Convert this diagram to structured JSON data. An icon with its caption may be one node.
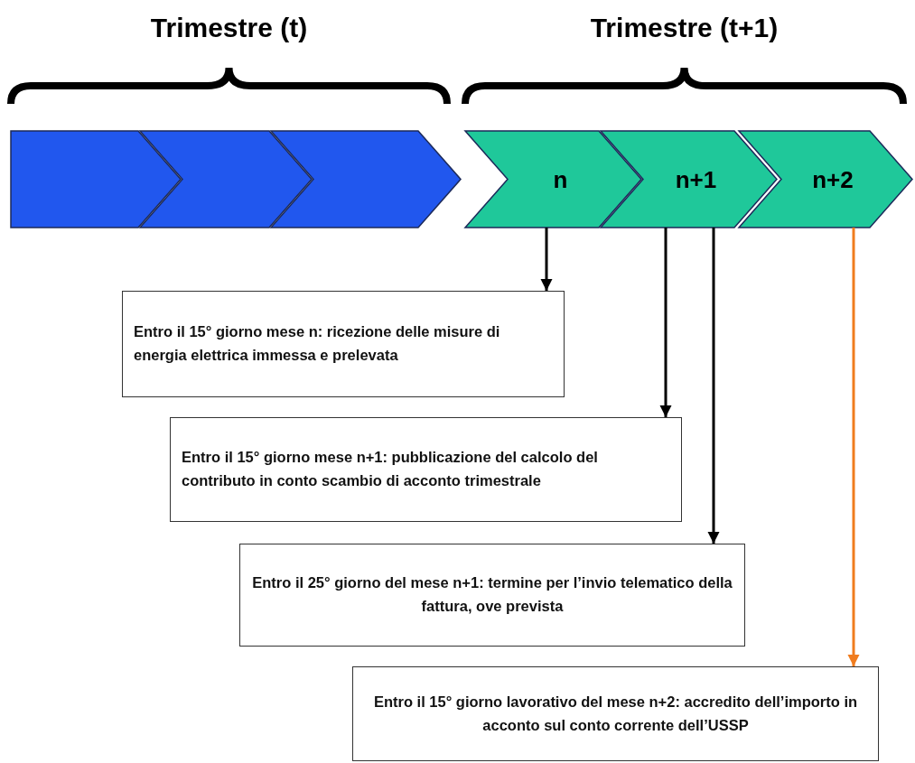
{
  "diagram": {
    "nodes": [
      {
        "text": [],
        "shape": "chevron"
      },
      {
        "text": [],
        "shape": "chevron"
      },
      {
        "text": [],
        "shape": "chevron"
      },
      {
        "text": [
          "n"
        ]
      },
      {
        "text": [
          "n+1"
        ]
      },
      {
        "text": [
          "n+2"
        ]
      },
      {
        "text": [
          "Entro il 15° giorno mese n: ricezione delle misure di energia elettrica immessa e prelevata"
        ]
      },
      {
        "text": [
          "Entro il 15° giorno mese n+1: pubblicazione del calcolo del contributo in conto scambio di acconto trimestrale"
        ]
      },
      {
        "text": [
          "Entro il 25° giorno del mese n+1: termine per l’invio telematico della fattura, ove prevista"
        ]
      },
      {
        "text": [
          "Entro il 15° giorno lavorativo del mese n+2: accredito dell’importo in acconto sul conto corrente dell’USSP"
        ]
      }
    ],
    "edges": [
      {
        "from": 3,
        "to": 6,
        "arrow": "to"
      },
      {
        "from": 4,
        "to": 7,
        "arrow": "to"
      },
      {
        "from": 4,
        "to": 8,
        "arrow": "to"
      },
      {
        "from": 5,
        "to": 9,
        "arrow": "to",
        "color": "#f07c1e"
      }
    ],
    "labels": [
      "Trimestre (t)",
      "Trimestre (t+1)"
    ]
  }
}
